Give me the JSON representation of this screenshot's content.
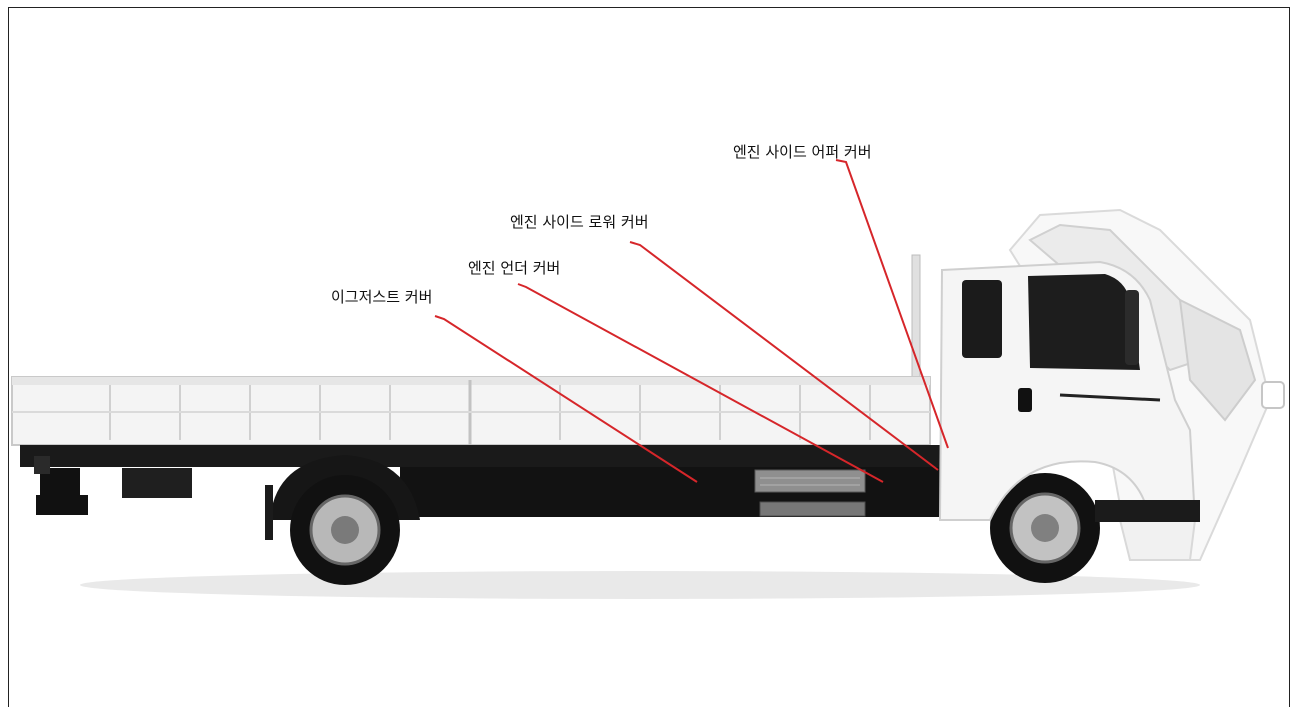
{
  "labels": {
    "engine_side_upper_cover": "엔진 사이드 어퍼 커버",
    "engine_side_lower_cover": "엔진 사이드 로워 커버",
    "engine_under_cover": "엔진 언더 커버",
    "exhaust_cover": "이그저스트 커버"
  },
  "colors": {
    "leader_line": "#d6262a",
    "frame_border": "#222222",
    "truck_body": "#f2f2f2",
    "chassis": "#151515"
  },
  "icons": {
    "truck": "truck-illustration"
  }
}
